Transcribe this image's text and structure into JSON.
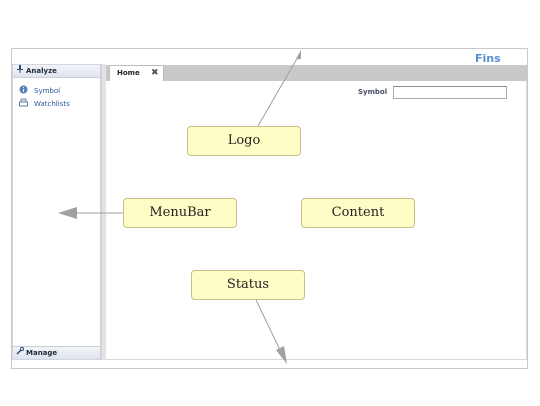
{
  "app": {
    "brand": "Fins"
  },
  "sidebar": {
    "header": "Analyze",
    "header_icon": "pin-icon",
    "items": [
      {
        "label": "Symbol",
        "icon": "info-circle-icon"
      },
      {
        "label": "Watchlists",
        "icon": "tray-icon"
      }
    ],
    "footer": "Manage",
    "footer_icon": "wrench-icon"
  },
  "tabs": [
    {
      "label": "Home",
      "close": "✖"
    }
  ],
  "symbol_search": {
    "label": "Symbol",
    "value": "",
    "placeholder": ""
  },
  "annotations": [
    {
      "label": "Logo"
    },
    {
      "label": "MenuBar"
    },
    {
      "label": "Content"
    },
    {
      "label": "Status"
    }
  ],
  "colors": {
    "brand": "#5b8fd0",
    "note_fill": "#fffdc6",
    "note_border": "#c8c08a",
    "arrow": "#a0a0a0"
  }
}
